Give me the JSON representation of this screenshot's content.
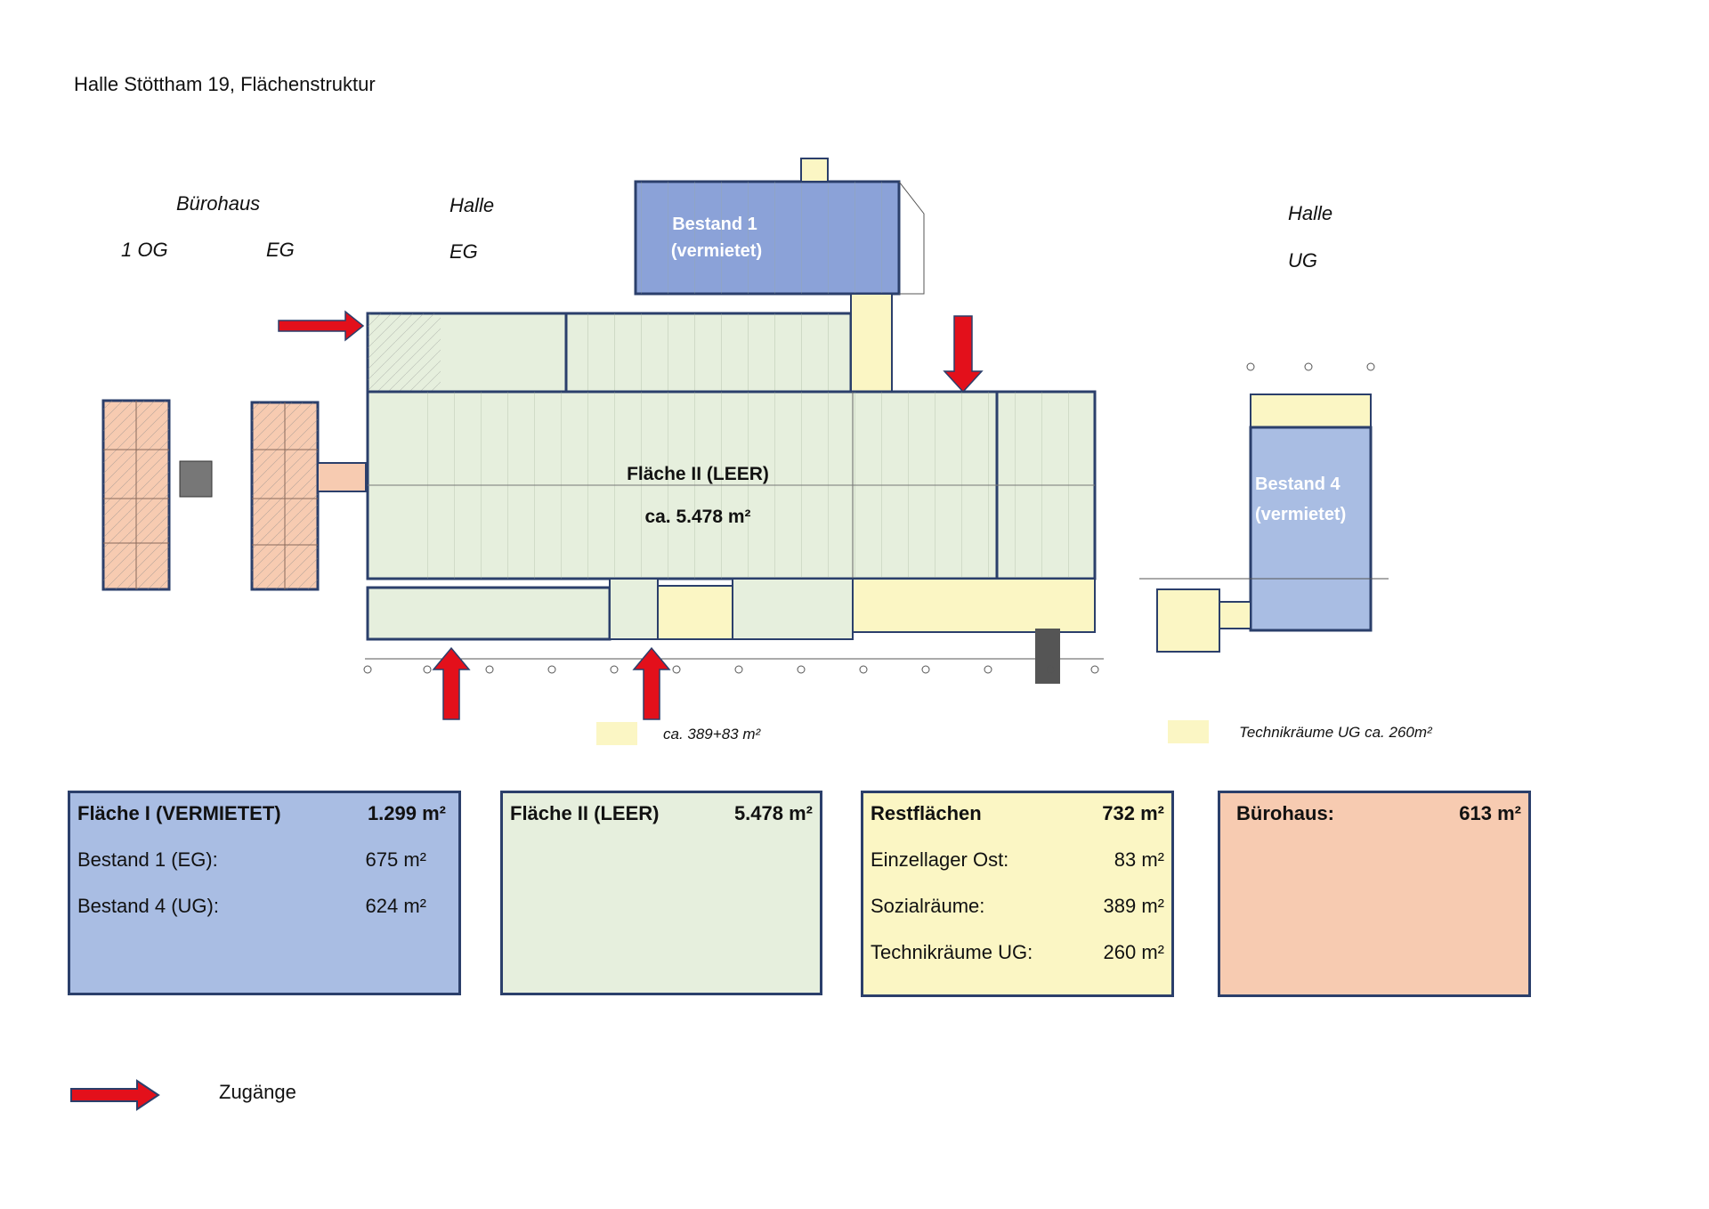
{
  "title": "Halle Stöttham 19, Flächenstruktur",
  "labels": {
    "buerohaus": "Bürohaus",
    "og1": "1 OG",
    "eg1": "EG",
    "halle_eg": "Halle",
    "eg2": "EG",
    "halle_ug": "Halle",
    "ug": "UG"
  },
  "plan": {
    "bestand1_line1": "Bestand 1",
    "bestand1_line2": "(vermietet)",
    "flaeche2": "Fläche II (LEER)",
    "flaeche2_area": "ca. 5.478 m²",
    "bestand4_line1": "Bestand 4",
    "bestand4_line2": "(vermietet)"
  },
  "legend": {
    "yellow_note_1": "ca. 389+83 m²",
    "yellow_note_2": "Technikräume UG ca. 260m²",
    "access": "Zugänge"
  },
  "boxes": {
    "flaeche1": {
      "header_label": "Fläche I (VERMIETET)",
      "header_value": "1.299 m²",
      "rows": [
        {
          "label": "Bestand 1 (EG):",
          "value": "675 m²"
        },
        {
          "label": "Bestand 4 (UG):",
          "value": "624 m²"
        }
      ]
    },
    "flaeche2": {
      "header_label": "Fläche II (LEER)",
      "header_value": "5.478 m²"
    },
    "restflaechen": {
      "header_label": "Restflächen",
      "header_value": "732 m²",
      "rows": [
        {
          "label": "Einzellager Ost:",
          "value": "83 m²"
        },
        {
          "label": "Sozialräume:",
          "value": "389 m²"
        },
        {
          "label": "Technikräume UG:",
          "value": "260 m²"
        }
      ]
    },
    "buerohaus": {
      "header_label": "Bürohaus:",
      "header_value": "613 m²"
    }
  },
  "colors": {
    "blue": "#a9bde3",
    "green": "#e6efdd",
    "yellow": "#fbf6c4",
    "peach": "#f7cbb1",
    "border": "#2b3f6b",
    "arrow": "#e3101b"
  }
}
